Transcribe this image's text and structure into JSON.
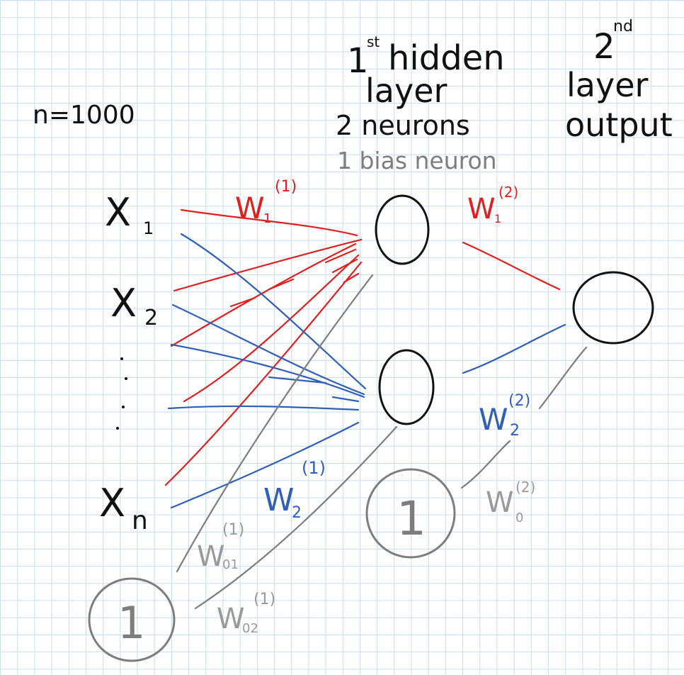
{
  "colors": {
    "black": "#111111",
    "red": "#e02020",
    "blue": "#2f5fb8",
    "gray": "#7d7d7d",
    "grid": "#c9ddef"
  },
  "header": {
    "hidden_title_num": "1",
    "hidden_title_sup": "st",
    "hidden_title_word": "hidden",
    "hidden_title_line2": "layer",
    "hidden_neurons": "2 neurons",
    "hidden_bias": "1 bias neuron",
    "output_num": "2",
    "output_sup": "nd",
    "output_line2": "layer",
    "output_line3": "output"
  },
  "n_label": "n=1000",
  "inputs": {
    "x1_base": "X",
    "x1_sub": "1",
    "x2_base": "X",
    "x2_sub": "2",
    "xn_base": "X",
    "xn_sub": "n"
  },
  "bias_input_label": "1",
  "bias_hidden_label": "1",
  "weights": {
    "w1_1_base": "W",
    "w1_1_sub": "1",
    "w1_1_sup": "(1)",
    "w2_1_base": "W",
    "w2_1_sub": "2",
    "w2_1_sup": "(1)",
    "w01_1_base": "W",
    "w01_1_sub": "01",
    "w01_1_sup": "(1)",
    "w02_1_base": "W",
    "w02_1_sub": "02",
    "w02_1_sup": "(1)",
    "w1_2_base": "W",
    "w1_2_sub": "1",
    "w1_2_sup": "(2)",
    "w2_2_base": "W",
    "w2_2_sub": "2",
    "w2_2_sup": "(2)",
    "w0_2_base": "W",
    "w0_2_sub": "0",
    "w0_2_sup": "(2)"
  }
}
